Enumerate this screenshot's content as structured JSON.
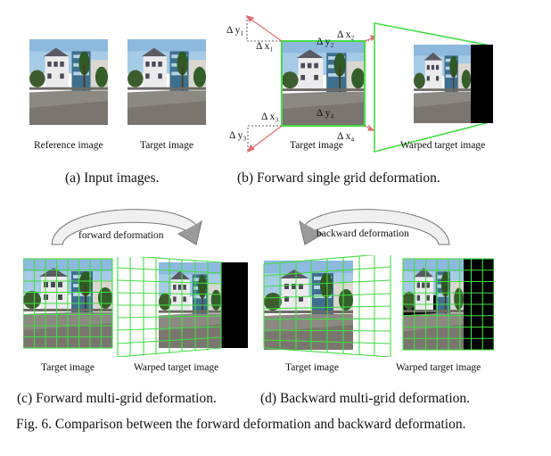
{
  "panel_a": {
    "reference_label": "Reference image",
    "target_label": "Target image",
    "caption": "(a) Input images."
  },
  "panel_b": {
    "delta_y1": "Δ y₁",
    "delta_x1": "Δ x₁",
    "delta_y2": "Δ y₂",
    "delta_x2": "Δ x₂",
    "delta_x3": "Δ x₃",
    "delta_y3": "Δ y₃",
    "delta_y4": "Δ y₄",
    "delta_x4": "Δ x₄",
    "target_label": "Target image",
    "warped_label": "Warped target image",
    "caption": "(b) Forward single grid deformation."
  },
  "panel_c": {
    "arrow_label": "forward deformation",
    "target_label": "Target image",
    "warped_label": "Warped target image",
    "caption": "(c) Forward multi-grid deformation."
  },
  "panel_d": {
    "arrow_label": "backward deformation",
    "target_label": "Target image",
    "warped_label": "Warped target image",
    "caption": "(d) Backward multi-grid deformation."
  },
  "figure_caption": "Fig. 6.  Comparison between the forward deformation and backward deformation.",
  "colors": {
    "grid_green": "#44dd44",
    "delta_arrow_red": "#e07070",
    "sky": "#9ec4e2",
    "road": "#8a8680",
    "building": "#e8e8ea",
    "tree": "#2f5a26",
    "black_fill": "#000000"
  }
}
